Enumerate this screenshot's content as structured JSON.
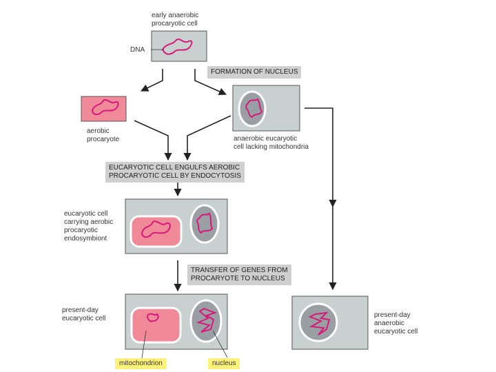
{
  "labels": {
    "early_cell": [
      "early anaerobic",
      "procaryotic cell"
    ],
    "dna": "DNA",
    "aerobic": [
      "aerobic",
      "procaryote"
    ],
    "anaerobic_euc": [
      "anaerobic eucaryotic",
      "cell lacking mitochondria"
    ],
    "carrying": [
      "eucaryotic cell",
      "carrying aerobic",
      "procaryotic",
      "endosymbiont"
    ],
    "present_day": [
      "present-day",
      "eucaryotic cell"
    ],
    "present_day_anaerobic": [
      "present-day",
      "anaerobic",
      "eucaryotic cell"
    ],
    "mitochondrion": "mitochondrion",
    "nucleus": "nucleus"
  },
  "banners": {
    "formation": "FORMATION OF NUCLEUS",
    "engulfs": [
      "EUCARYOTIC CELL ENGULFS AEROBIC",
      "PROCARYOTIC CELL BY ENDOCYTOSIS"
    ],
    "transfer": [
      "TRANSFER OF GENES FROM",
      "PROCARYOTE TO NUCLEUS"
    ]
  },
  "colors": {
    "cell_fill": "#c9d0d0",
    "dna": "#d6197a",
    "procaryote_fill": "#f08a98",
    "nucleus_fill": "#9a9fa3",
    "banner": "#cfcfcf",
    "highlight": "#fff27a"
  }
}
